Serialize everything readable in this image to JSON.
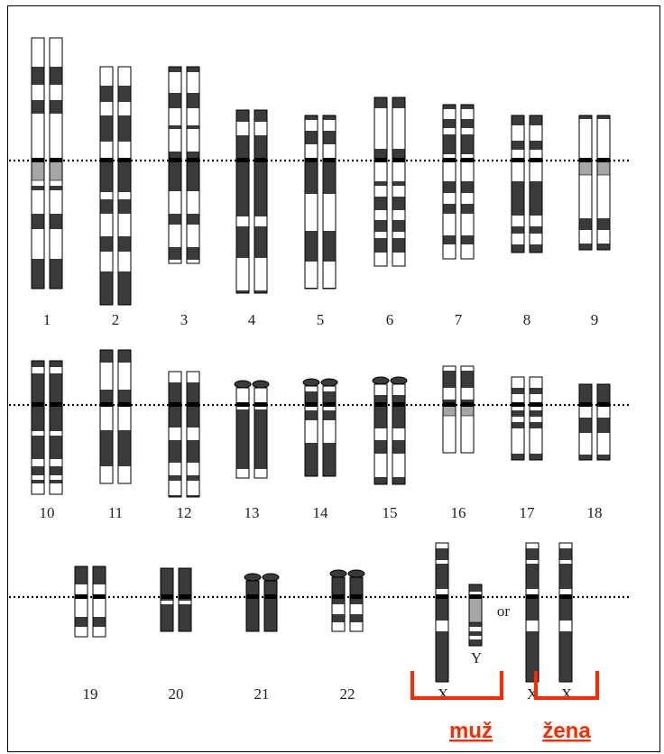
{
  "diagram": {
    "rows": [
      {
        "chromosomes": [
          {
            "label": "1",
            "pattern": "p1l"
          },
          {
            "label": "2",
            "pattern": "p2"
          },
          {
            "label": "3",
            "pattern": "p3"
          },
          {
            "label": "4",
            "pattern": "p4"
          },
          {
            "label": "5",
            "pattern": "p5"
          },
          {
            "label": "6",
            "pattern": "p6"
          },
          {
            "label": "7",
            "pattern": "p7"
          },
          {
            "label": "8",
            "pattern": "p8"
          },
          {
            "label": "9",
            "pattern": "p9"
          }
        ]
      },
      {
        "chromosomes": [
          {
            "label": "10",
            "pattern": "p10"
          },
          {
            "label": "11",
            "pattern": "p11"
          },
          {
            "label": "12",
            "pattern": "p12"
          },
          {
            "label": "13",
            "pattern": "acro"
          },
          {
            "label": "14",
            "pattern": "acro"
          },
          {
            "label": "15",
            "pattern": "acro"
          },
          {
            "label": "16",
            "pattern": "p16"
          },
          {
            "label": "17",
            "pattern": "p17"
          },
          {
            "label": "18",
            "pattern": "p18"
          }
        ]
      },
      {
        "chromosomes": [
          {
            "label": "19",
            "pattern": "p19"
          },
          {
            "label": "20",
            "pattern": "p20"
          },
          {
            "label": "21",
            "pattern": "acro_s"
          },
          {
            "label": "22",
            "pattern": "acro_s"
          }
        ]
      }
    ],
    "sex_chromosomes": {
      "x_label": "X",
      "y_label": "Y",
      "or_label": "or",
      "male_label": "muž",
      "female_label": "žena"
    },
    "colors": {
      "dark_band": "#3a3a3a",
      "light_band": "#ffffff",
      "centromere": "#a6a6a6",
      "outline": "#000000",
      "bracket": "#ff2a00"
    }
  }
}
